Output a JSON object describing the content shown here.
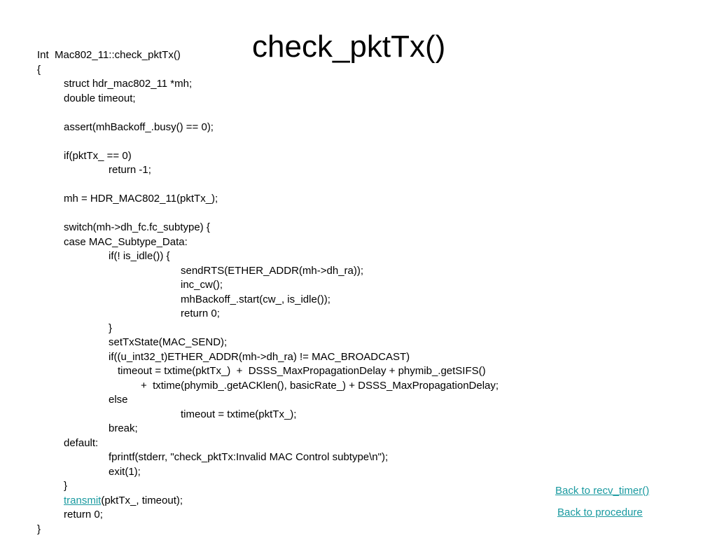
{
  "slide": {
    "title": "check_pktTx()"
  },
  "code": {
    "signature": "Int  Mac802_11::check_pktTx()",
    "open_brace": "{",
    "l_struct": "struct hdr_mac802_11 *mh;",
    "l_double": "double timeout;",
    "l_assert": "assert(mhBackoff_.busy() == 0);",
    "l_if_pkt": "if(pktTx_ == 0)",
    "l_return_neg": "return -1;",
    "l_mh_assign": "mh = HDR_MAC802_11(pktTx_);",
    "l_switch": "switch(mh->dh_fc.fc_subtype) {",
    "l_case": "case MAC_Subtype_Data:",
    "l_if_idle": "if(! is_idle()) {",
    "l_sendrts": "sendRTS(ETHER_ADDR(mh->dh_ra));",
    "l_inc_cw": "inc_cw();",
    "l_backoff_start": "mhBackoff_.start(cw_, is_idle());",
    "l_return_zero_inner": "return 0;",
    "l_close_if": "}",
    "l_settxstate": "setTxState(MAC_SEND);",
    "l_if_broadcast": "if((u_int32_t)ETHER_ADDR(mh->dh_ra) != MAC_BROADCAST)",
    "l_timeout_1": "timeout = txtime(pktTx_)  +  DSSS_MaxPropagationDelay + phymib_.getSIFS()",
    "l_timeout_2": "+  txtime(phymib_.getACKlen(), basicRate_) + DSSS_MaxPropagationDelay;",
    "l_else": "else",
    "l_timeout_else": "timeout = txtime(pktTx_);",
    "l_break": "break;",
    "l_default": "default:",
    "l_fprintf": "fprintf(stderr, \"check_pktTx:Invalid MAC Control subtype\\n\");",
    "l_exit": "exit(1);",
    "l_close_switch": "}",
    "l_transmit_link": "transmit",
    "l_transmit_args": "(pktTx_, timeout);",
    "l_return_end": "return 0;",
    "close_brace": "}"
  },
  "links": {
    "back_recv_timer": "Back to recv_timer()",
    "back_procedure": "Back to procedure"
  },
  "colors": {
    "link": "#1a9aa0",
    "text": "#000000",
    "background": "#ffffff"
  }
}
